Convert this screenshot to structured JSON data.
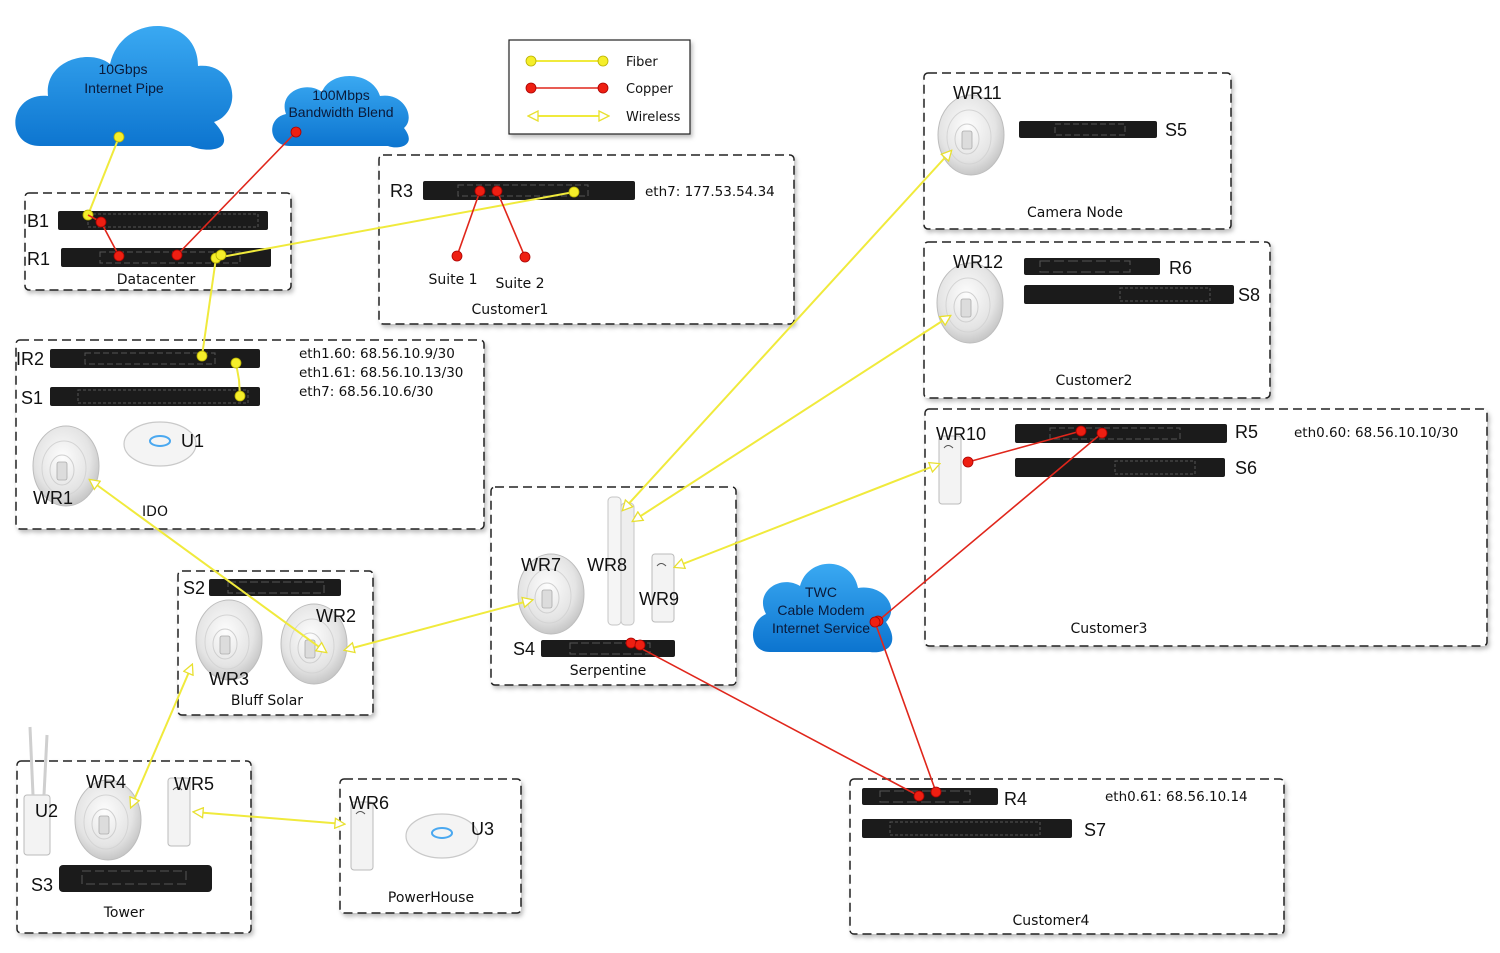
{
  "legend": {
    "fiber": "Fiber",
    "copper": "Copper",
    "wireless": "Wireless"
  },
  "clouds": {
    "internet": {
      "line1": "10Gbps",
      "line2": "Internet Pipe"
    },
    "bandwidth": {
      "line1": "100Mbps",
      "line2": "Bandwidth Blend"
    },
    "twc": {
      "line1": "TWC",
      "line2": "Cable Modem",
      "line3": "Internet Service"
    }
  },
  "sites": {
    "datacenter": {
      "name": "Datacenter",
      "b1": "B1",
      "r1": "R1"
    },
    "customer1": {
      "name": "Customer1",
      "r3": "R3",
      "eth7": "eth7: 177.53.54.34",
      "suite1": "Suite 1",
      "suite2": "Suite 2"
    },
    "ido": {
      "name": "IDO",
      "ir2": "IR2",
      "s1": "S1",
      "u1": "U1",
      "wr1": "WR1",
      "eth_a": "eth1.60: 68.56.10.9/30",
      "eth_b": "eth1.61: 68.56.10.13/30",
      "eth_c": "eth7: 68.56.10.6/30"
    },
    "camera_node": {
      "name": "Camera Node",
      "wr11": "WR11",
      "s5": "S5"
    },
    "customer2": {
      "name": "Customer2",
      "wr12": "WR12",
      "r6": "R6",
      "s8": "S8"
    },
    "customer3": {
      "name": "Customer3",
      "wr10": "WR10",
      "r5": "R5",
      "s6": "S6",
      "eth": "eth0.60: 68.56.10.10/30"
    },
    "serpentine": {
      "name": "Serpentine",
      "wr7": "WR7",
      "wr8": "WR8",
      "wr9": "WR9",
      "s4": "S4"
    },
    "bluff_solar": {
      "name": "Bluff Solar",
      "s2": "S2",
      "wr2": "WR2",
      "wr3": "WR3"
    },
    "tower": {
      "name": "Tower",
      "u2": "U2",
      "wr4": "WR4",
      "wr5": "WR5",
      "s3": "S3"
    },
    "powerhouse": {
      "name": "PowerHouse",
      "wr6": "WR6",
      "u3": "U3"
    },
    "customer4": {
      "name": "Customer4",
      "r4": "R4",
      "s7": "S7",
      "eth": "eth0.61: 68.56.10.14"
    }
  },
  "colors": {
    "fiber": "#f0ea3c",
    "copper": "#e0261b",
    "cloud": "#1a8fe3"
  }
}
